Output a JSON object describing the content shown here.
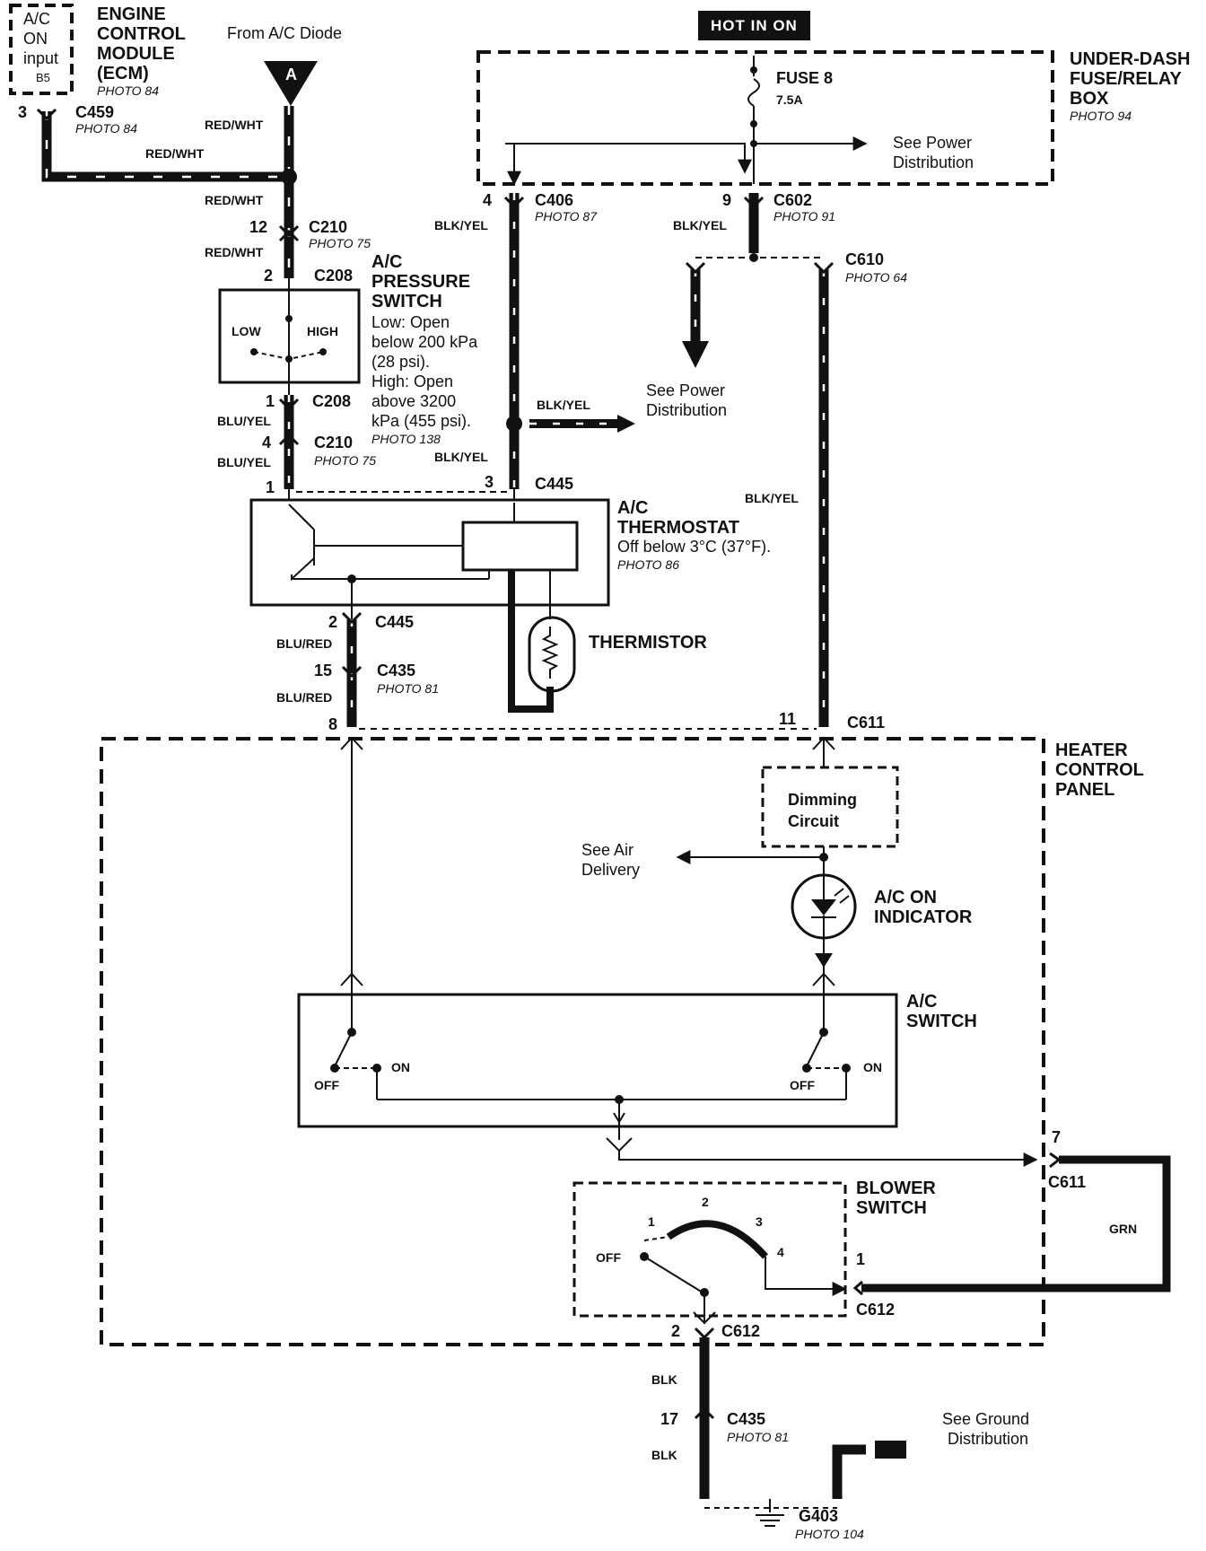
{
  "hot_in_on": "HOT IN ON",
  "ecm": {
    "input_line1": "A/C",
    "input_line2": "ON",
    "input_line3": "input",
    "pin": "B5",
    "title_line1": "ENGINE",
    "title_line2": "CONTROL",
    "title_line3": "MODULE",
    "title_line4": "(ECM)",
    "photo": "PHOTO 84"
  },
  "c459": {
    "pin": "3",
    "name": "C459",
    "photo": "PHOTO 84"
  },
  "from_diode": "From A/C Diode",
  "connector_a": "A",
  "under_dash": {
    "line1": "UNDER-DASH",
    "line2": "FUSE/RELAY",
    "line3": "BOX",
    "photo": "PHOTO 94"
  },
  "fuse": {
    "name": "FUSE 8",
    "rating": "7.5A"
  },
  "see_power_1": {
    "line1": "See Power",
    "line2": "Distribution"
  },
  "see_power_2": {
    "line1": "See Power",
    "line2": "Distribution"
  },
  "c406": {
    "pin": "4",
    "name": "C406",
    "photo": "PHOTO 87"
  },
  "c602": {
    "pin": "9",
    "name": "C602",
    "photo": "PHOTO 91"
  },
  "c610": {
    "name": "C610",
    "photo": "PHOTO 64"
  },
  "c210_top": {
    "pin": "12",
    "name": "C210",
    "photo": "PHOTO 75"
  },
  "c208_top": {
    "pin": "2",
    "name": "C208"
  },
  "c208_bot": {
    "pin": "1",
    "name": "C208"
  },
  "c210_bot": {
    "pin": "4",
    "name": "C210",
    "photo": "PHOTO 75"
  },
  "pressure_switch": {
    "title_line1": "A/C",
    "title_line2": "PRESSURE",
    "title_line3": "SWITCH",
    "d1": "Low: Open",
    "d2": "below 200 kPa",
    "d3": "(28 psi).",
    "d4": "High: Open",
    "d5": "above 3200",
    "d6": "kPa (455 psi).",
    "photo": "PHOTO 138",
    "low": "LOW",
    "high": "HIGH"
  },
  "wires": {
    "red_wht_1": "RED/WHT",
    "red_wht_2": "RED/WHT",
    "red_wht_3": "RED/WHT",
    "red_wht_4": "RED/WHT",
    "blk_yel_1": "BLK/YEL",
    "blk_yel_2": "BLK/YEL",
    "blk_yel_3": "BLK/YEL",
    "blk_yel_4": "BLK/YEL",
    "blk_yel_5": "BLK/YEL",
    "blu_yel_1": "BLU/YEL",
    "blu_yel_2": "BLU/YEL",
    "blu_red_1": "BLU/RED",
    "blu_red_2": "BLU/RED",
    "grn": "GRN",
    "blk_1": "BLK",
    "blk_2": "BLK"
  },
  "c445": {
    "pin1": "1",
    "pin3": "3",
    "name": "C445",
    "pin2": "2",
    "name2": "C445"
  },
  "thermostat": {
    "line1": "A/C",
    "line2": "THERMOSTAT",
    "line3": "Off below 3°C (37°F).",
    "photo": "PHOTO 86"
  },
  "thermistor": "THERMISTOR",
  "c435_top": {
    "pin": "15",
    "name": "C435",
    "photo": "PHOTO 81"
  },
  "c611_top": {
    "pin8": "8",
    "pin11": "11",
    "name": "C611"
  },
  "heater_panel": {
    "line1": "HEATER",
    "line2": "CONTROL",
    "line3": "PANEL"
  },
  "dimming": {
    "line1": "Dimming",
    "line2": "Circuit"
  },
  "see_air": {
    "line1": "See Air",
    "line2": "Delivery"
  },
  "indicator": {
    "line1": "A/C ON",
    "line2": "INDICATOR"
  },
  "ac_switch": {
    "line1": "A/C",
    "line2": "SWITCH",
    "off1": "OFF",
    "on1": "ON",
    "off2": "OFF",
    "on2": "ON"
  },
  "c611_bot": {
    "pin": "7",
    "name": "C611"
  },
  "blower": {
    "line1": "BLOWER",
    "line2": "SWITCH",
    "p1": "1",
    "p2": "2",
    "p3": "3",
    "p4": "4",
    "off": "OFF"
  },
  "c612_right": {
    "pin": "1",
    "name": "C612"
  },
  "c612_bot": {
    "pin": "2",
    "name": "C612"
  },
  "c435_bot": {
    "pin": "17",
    "name": "C435",
    "photo": "PHOTO 81"
  },
  "ground_dist": {
    "line1": "See Ground",
    "line2": "Distribution"
  },
  "g403": {
    "name": "G403",
    "photo": "PHOTO 104"
  }
}
